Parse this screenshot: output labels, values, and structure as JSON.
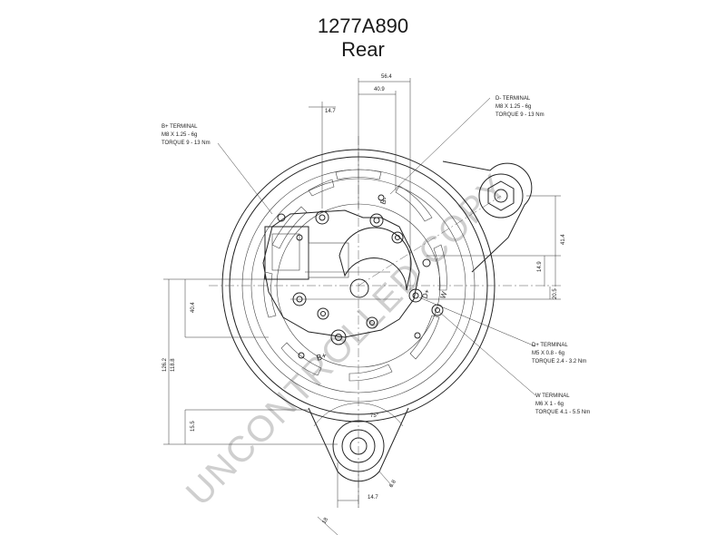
{
  "title": "1277A890",
  "subtitle": "Rear",
  "watermark": "UNCONTROLLED COPY",
  "dimensions": {
    "d564": "56.4",
    "d409": "40.9",
    "d147_top": "14.7",
    "d149": "14.9",
    "d414_right": "41.4",
    "d205": "20.5",
    "d404": "40.4",
    "d1262": "126.2",
    "d1188": "118.8",
    "d155": "15.5",
    "d75": "75°",
    "d147_bottom": "14.7",
    "d18": "18",
    "d68": "6.8"
  },
  "callouts": {
    "b_plus": [
      "B+ TERMINAL",
      "M8 X 1.25 - 6g",
      "TORQUE 9 - 13 Nm"
    ],
    "d_terminal": [
      "D- TERMINAL",
      "M8 X 1.25 - 6g",
      "TORQUE 9 - 13 Nm"
    ],
    "d_plus": [
      "D+ TERMINAL",
      "M5 X 0.8 - 6g",
      "TORQUE 2.4 - 3.2 Nm"
    ],
    "w_terminal": [
      "W TERMINAL",
      "M6 X 1 - 6g",
      "TORQUE 4.1 - 5.5 Nm"
    ]
  },
  "markings": {
    "b_plus_mark": "B+",
    "d_plus_mark": "D+",
    "w_mark": "W",
    "b_mark": "B-"
  }
}
